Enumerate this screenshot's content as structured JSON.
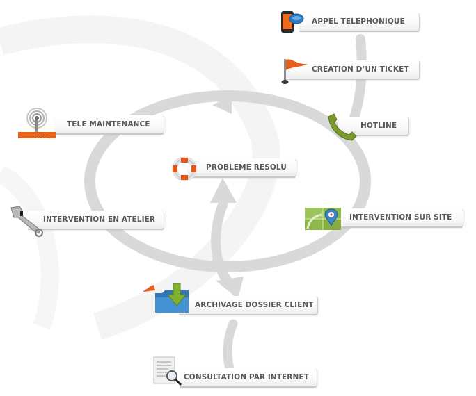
{
  "diagram": {
    "title": "Support workflow cycle",
    "nodes": [
      {
        "id": "appel",
        "label": "APPEL TELEPHONIQUE",
        "icon": "smartphone-icon"
      },
      {
        "id": "ticket",
        "label": "CREATION D’UN TICKET",
        "icon": "flag-icon"
      },
      {
        "id": "hotline",
        "label": "HOTLINE",
        "icon": "phone-handset-icon"
      },
      {
        "id": "telemaintenance",
        "label": "TELE MAINTENANCE",
        "icon": "wireless-router-icon"
      },
      {
        "id": "resolu",
        "label": "PROBLEME RESOLU",
        "icon": "lifebuoy-icon"
      },
      {
        "id": "atelier",
        "label": "INTERVENTION EN ATELIER",
        "icon": "wrench-icon"
      },
      {
        "id": "site",
        "label": "INTERVENTION SUR SITE",
        "icon": "map-pin-icon"
      },
      {
        "id": "archivage",
        "label": "ARCHIVAGE DOSSIER CLIENT",
        "icon": "folder-download-icon"
      },
      {
        "id": "consultation",
        "label": "CONSULTATION PAR INTERNET",
        "icon": "document-search-icon"
      }
    ],
    "colors": {
      "label_text": "#55585c",
      "arrow": "#d9d9d9",
      "orange": "#e8611a",
      "green": "#7a9a2e",
      "blue": "#3a86c4"
    }
  }
}
